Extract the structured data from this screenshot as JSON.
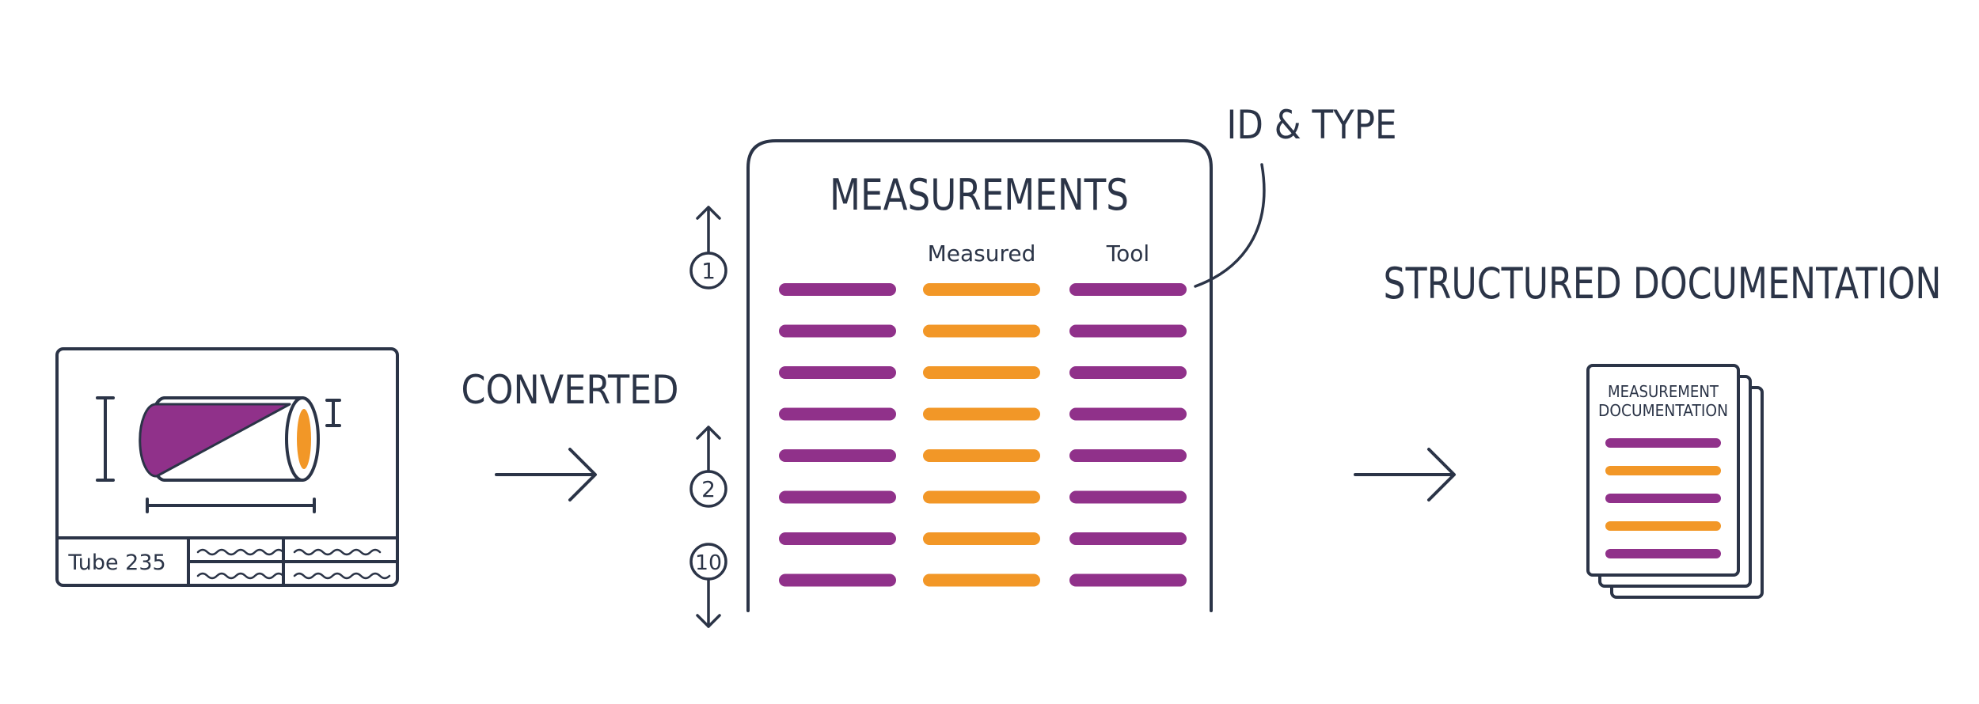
{
  "colors": {
    "ink": "#2b3447",
    "purple": "#90318a",
    "orange": "#f29727",
    "background": "#ffffff"
  },
  "drawing": {
    "part_label": "Tube 235",
    "part_icon": "cylinder-tube-icon"
  },
  "converted_label": "CONVERTED",
  "measurements": {
    "title": "MEASUREMENTS",
    "column_headers": [
      "",
      "Measured",
      "Tool"
    ],
    "row_count": 8,
    "column_colors": [
      "purple",
      "orange",
      "purple"
    ],
    "scroll_markers": [
      "1",
      "2",
      "10"
    ]
  },
  "id_type_label": "ID & TYPE",
  "structured_label": "STRUCTURED DOCUMENTATION",
  "documentation_stack": {
    "title_line1": "MEASUREMENT",
    "title_line2": "DOCUMENTATION",
    "line_colors": [
      "purple",
      "orange",
      "purple",
      "orange",
      "purple"
    ]
  }
}
